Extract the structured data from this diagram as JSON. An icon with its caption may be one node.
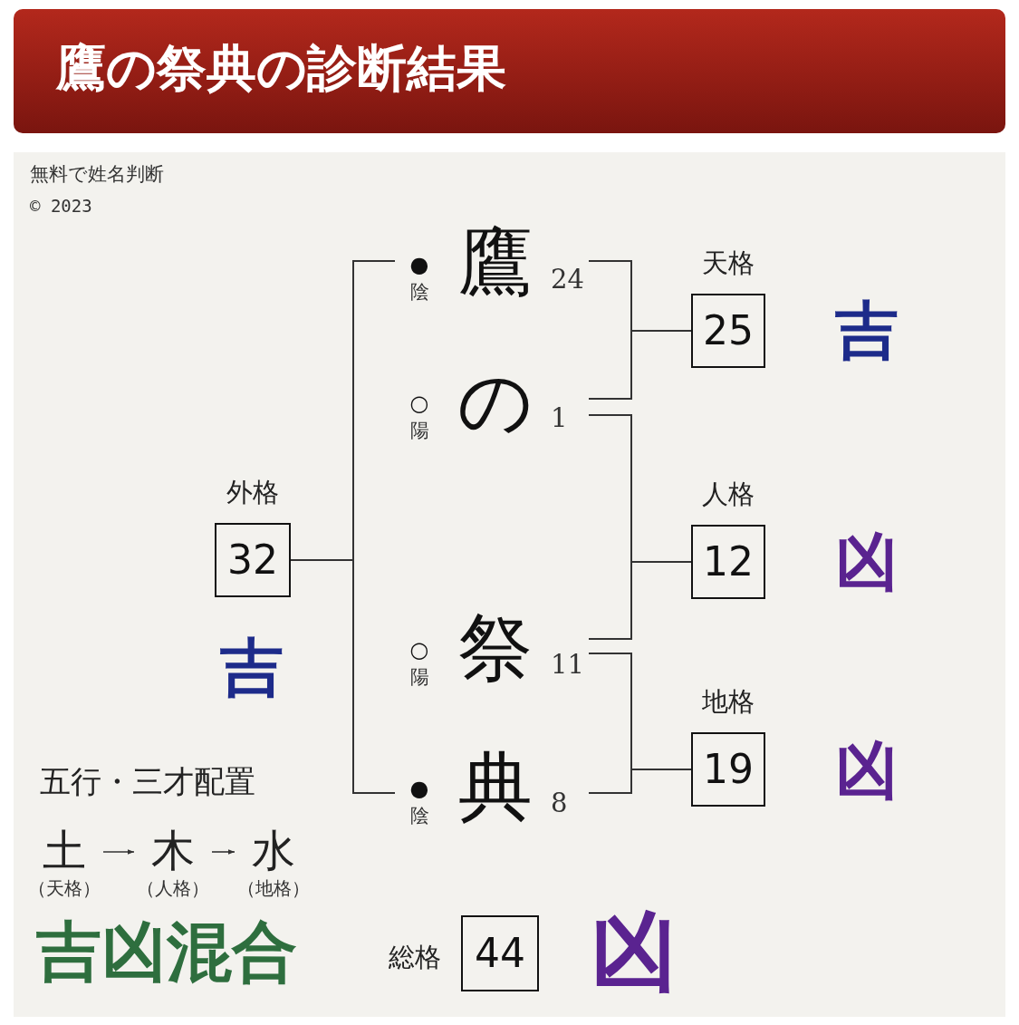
{
  "diagram": {
    "title": "鷹の祭典の診断結果",
    "nodes": [
      {
        "text": [
          "鷹"
        ],
        "beside": [
          "●",
          "陰",
          "24"
        ]
      },
      {
        "text": [
          "の"
        ],
        "beside": [
          "○",
          "陽",
          "1"
        ]
      },
      {
        "text": [
          "祭"
        ],
        "beside": [
          "○",
          "陽",
          "11"
        ]
      },
      {
        "text": [
          "典"
        ],
        "beside": [
          "●",
          "陰",
          "8"
        ]
      },
      {
        "text": [
          "天格",
          "25"
        ],
        "beside": [
          "吉"
        ]
      },
      {
        "text": [
          "外格",
          "32"
        ],
        "beside": [
          "吉"
        ]
      },
      {
        "text": [
          "人格",
          "12"
        ],
        "beside": [
          "凶"
        ]
      },
      {
        "text": [
          "地格",
          "19"
        ],
        "beside": [
          "凶"
        ]
      },
      {
        "text": [
          "土"
        ],
        "beside": [
          "（天格）"
        ]
      },
      {
        "text": [
          "木"
        ],
        "beside": [
          "（人格）"
        ]
      },
      {
        "text": [
          "水"
        ],
        "beside": [
          "（地格）"
        ]
      },
      {
        "text": [
          "総格",
          "44"
        ],
        "beside": [
          "凶"
        ]
      }
    ],
    "edges": [
      {
        "from": 0,
        "to": 4,
        "arrow": "none"
      },
      {
        "from": 1,
        "to": 4,
        "arrow": "none"
      },
      {
        "from": 1,
        "to": 6,
        "arrow": "none"
      },
      {
        "from": 2,
        "to": 6,
        "arrow": "none"
      },
      {
        "from": 2,
        "to": 7,
        "arrow": "none"
      },
      {
        "from": 3,
        "to": 7,
        "arrow": "none"
      },
      {
        "from": 0,
        "to": 5,
        "arrow": "none"
      },
      {
        "from": 3,
        "to": 5,
        "arrow": "none"
      },
      {
        "from": 8,
        "to": 9,
        "arrow": "to"
      },
      {
        "from": 9,
        "to": 10,
        "arrow": "to"
      }
    ],
    "labels": [
      "無料で姓名判断",
      "© 2023",
      "五行・三才配置",
      "吉凶混合"
    ]
  }
}
